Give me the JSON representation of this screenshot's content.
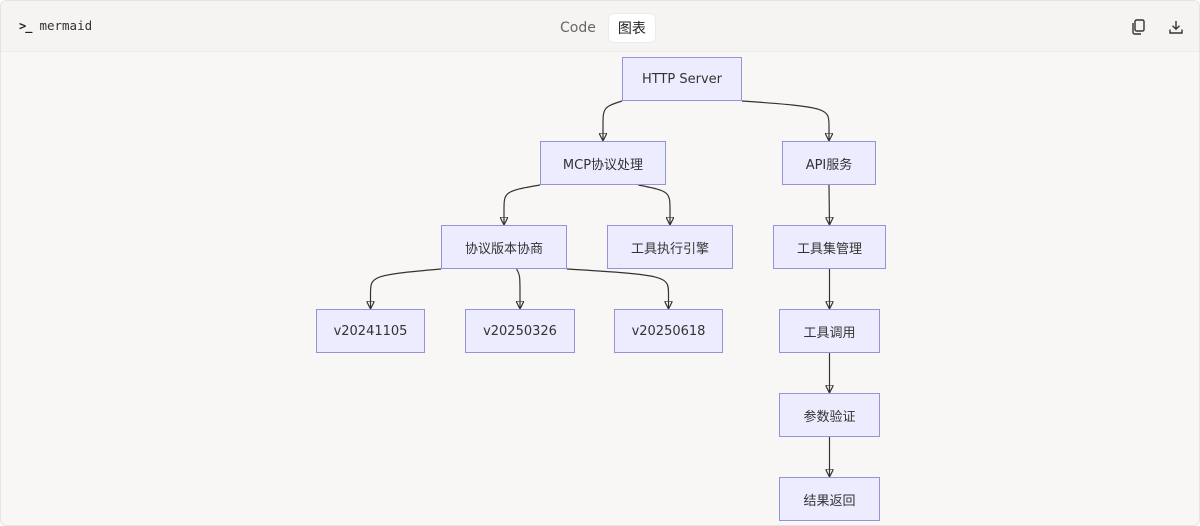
{
  "header": {
    "language": "mermaid",
    "tabs": [
      {
        "label": "Code",
        "active": false
      },
      {
        "label": "图表",
        "active": true
      }
    ],
    "actions": {
      "copy_icon": "copy-icon",
      "download_icon": "download-icon"
    }
  },
  "diagram": {
    "type": "flowchart",
    "nodes": {
      "http": "HTTP Server",
      "mcp": "MCP协议处理",
      "api": "API服务",
      "negotiate": "协议版本协商",
      "engine": "工具执行引擎",
      "toolset": "工具集管理",
      "v1": "v20241105",
      "v2": "v20250326",
      "v3": "v20250618",
      "invoke": "工具调用",
      "validate": "参数验证",
      "result": "结果返回"
    },
    "edges": [
      [
        "http",
        "mcp"
      ],
      [
        "http",
        "api"
      ],
      [
        "mcp",
        "negotiate"
      ],
      [
        "mcp",
        "engine"
      ],
      [
        "api",
        "toolset"
      ],
      [
        "negotiate",
        "v1"
      ],
      [
        "negotiate",
        "v2"
      ],
      [
        "negotiate",
        "v3"
      ],
      [
        "toolset",
        "invoke"
      ],
      [
        "invoke",
        "validate"
      ],
      [
        "validate",
        "result"
      ]
    ],
    "colors": {
      "node_fill": "#ececfe",
      "node_border": "#9393d8",
      "edge": "#333333"
    }
  }
}
